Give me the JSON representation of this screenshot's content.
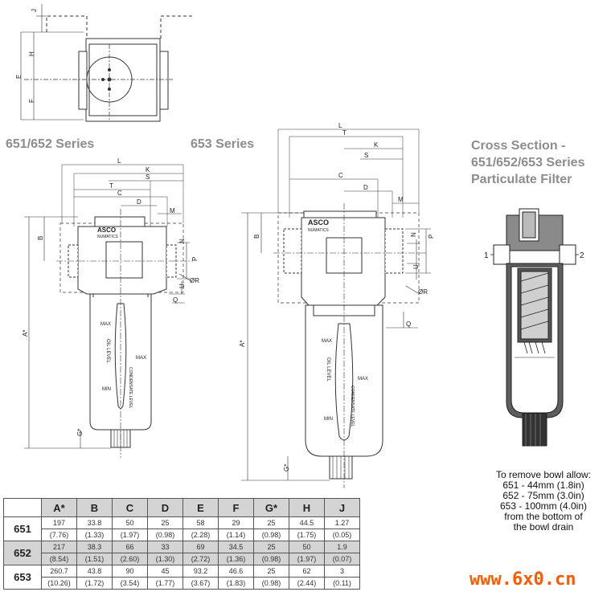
{
  "titles": {
    "series_651_652": "651/652 Series",
    "series_653": "653 Series",
    "cross_section_lines": [
      "Cross Section -",
      "651/652/653 Series",
      "Particulate Filter"
    ]
  },
  "drawing_labels": {
    "top_view": [
      "J",
      "H",
      "E",
      "F"
    ],
    "small_filter": [
      "L",
      "K",
      "S",
      "T",
      "C",
      "D",
      "M",
      "B",
      "N",
      "P",
      "U",
      "ØR",
      "Q",
      "A*",
      "G*",
      "MAX",
      "OIL LEVEL",
      "MIN",
      "MAX",
      "CONDENSATE LEVEL",
      "ASCO",
      "NUMATICS"
    ],
    "large_filter": [
      "L",
      "T",
      "K",
      "S",
      "C",
      "D",
      "M",
      "B",
      "N",
      "P",
      "U",
      "ØR",
      "Q",
      "A*",
      "G*",
      "MAX",
      "OIL LEVEL",
      "MIN",
      "MAX",
      "CONDENSATE LEVEL",
      "ASCO",
      "NUMATICS"
    ],
    "cross_section_ports": [
      "1",
      "2"
    ]
  },
  "removal_note": [
    "To remove bowl allow:",
    "651 - 44mm (1.8in)",
    "652 - 75mm (3.0in)",
    "653 - 100mm (4.0in)",
    "from the bottom of",
    "the bowl drain"
  ],
  "table": {
    "headers": [
      "A*",
      "B",
      "C",
      "D",
      "E",
      "F",
      "G*",
      "H",
      "J"
    ],
    "rows": [
      {
        "model": "651",
        "mm": [
          "197",
          "33.8",
          "50",
          "25",
          "58",
          "29",
          "25",
          "44.5",
          "1.27"
        ],
        "inch": [
          "(7.76)",
          "(1.33)",
          "(1.97)",
          "(0.98)",
          "(2.28)",
          "(1.14)",
          "(0.98)",
          "(1.75)",
          "(0.05)"
        ]
      },
      {
        "model": "652",
        "mm": [
          "217",
          "38.3",
          "66",
          "33",
          "69",
          "34.5",
          "25",
          "50",
          "1.9"
        ],
        "inch": [
          "(8.54)",
          "(1.51)",
          "(2.60)",
          "(1.30)",
          "(2.72)",
          "(1.36)",
          "(0.98)",
          "(1.97)",
          "(0.07)"
        ]
      },
      {
        "model": "653",
        "mm": [
          "260.7",
          "43.8",
          "90",
          "45",
          "93.2",
          "46.6",
          "25",
          "62",
          "3"
        ],
        "inch": [
          "(10.26)",
          "(1.72)",
          "(3.54)",
          "(1.77)",
          "(3.67)",
          "(1.83)",
          "(0.98)",
          "(2.44)",
          "(0.11)"
        ]
      }
    ]
  },
  "watermark": "www.6x0.cn"
}
